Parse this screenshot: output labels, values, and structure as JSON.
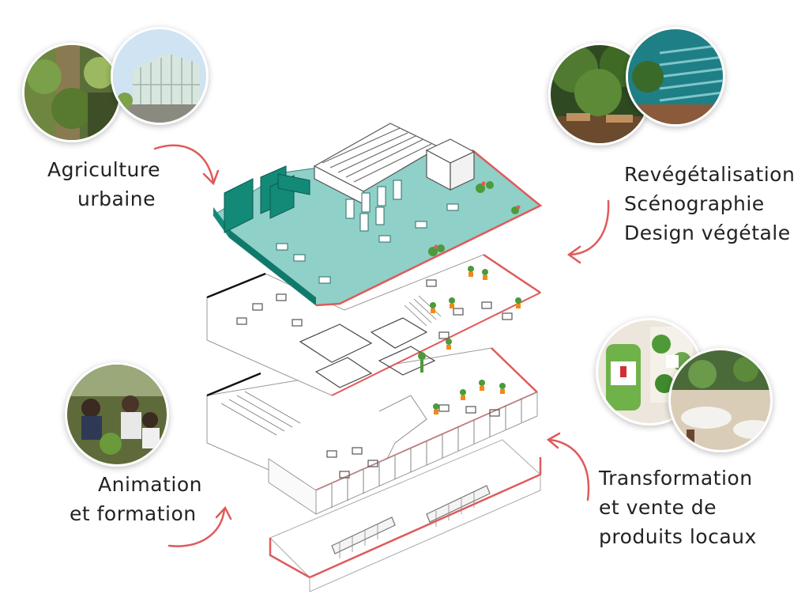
{
  "labels": {
    "agriculture": [
      "Agriculture",
      "urbaine"
    ],
    "revegetalisation": [
      "Revégétalisation",
      "Scénographie",
      "Design végétale"
    ],
    "animation": [
      "Animation",
      "et formation"
    ],
    "transformation": [
      "Transformation",
      "et vente de",
      "produits locaux"
    ]
  },
  "icons": {
    "arrow": "curved-arrow-icon",
    "plant": "potted-plant-icon"
  },
  "colors": {
    "accent_red": "#e05a5a",
    "roof_teal": "#8fd0c8",
    "teal_dark": "#138a78",
    "outline": "#333333",
    "plant_orange": "#f08a1a",
    "plant_green": "#4d9a3a"
  }
}
